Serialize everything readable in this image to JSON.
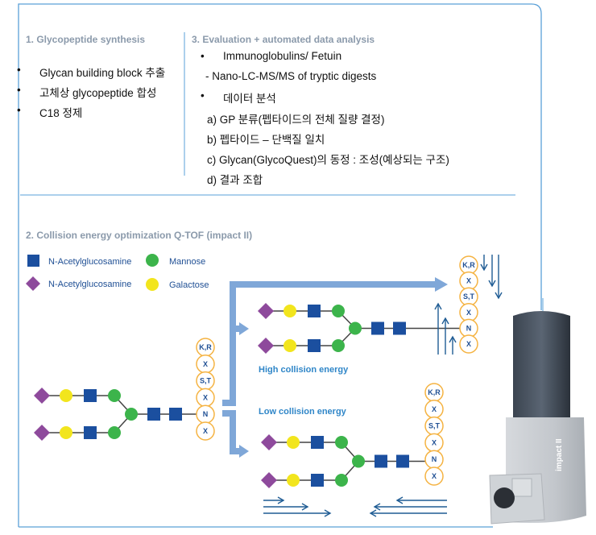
{
  "section1": {
    "heading": "1. Glycopeptide synthesis",
    "items": [
      "Glycan building block 추출",
      "고체상 glycopeptide 합성",
      "C18 정제"
    ]
  },
  "section3": {
    "heading": "3. Evaluation + automated data analysis",
    "bullet1": "Immunoglobulins/ Fetuin",
    "sub1": "- Nano-LC-MS/MS of tryptic digests",
    "bullet2": "데이터 분석",
    "steps": [
      "a) GP 분류(펩타이드의 전체 질량 결정)",
      "b) 펩타이드 – 단백질 일치",
      "c) Glycan(GlycoQuest)의 동정 : 조성(예상되는 구조)",
      "d) 결과 조합"
    ]
  },
  "section2": {
    "heading": "2. Collision energy optimization Q-TOF (impact II)",
    "legend": [
      {
        "label": "N-Acetylglucosamine",
        "shape": "square",
        "color": "#1b4f9f"
      },
      {
        "label": "Mannose",
        "shape": "circle",
        "color": "#3cb44b"
      },
      {
        "label": "N-Acetylglucosamine",
        "shape": "diamond",
        "color": "#8e4a9c"
      },
      {
        "label": "Galactose",
        "shape": "circle",
        "color": "#f2e51d"
      }
    ],
    "peptide": [
      "K,R",
      "X",
      "S,T",
      "X",
      "N",
      "X"
    ],
    "high_label": "High collision energy",
    "low_label": "Low collision energy",
    "instrument_label": "impact II"
  },
  "colors": {
    "frame": "#5aa0d8",
    "flow_arrow": "#7fa7d8",
    "peptide_ring": "#f5b342",
    "text_blue": "#1f4f94"
  }
}
